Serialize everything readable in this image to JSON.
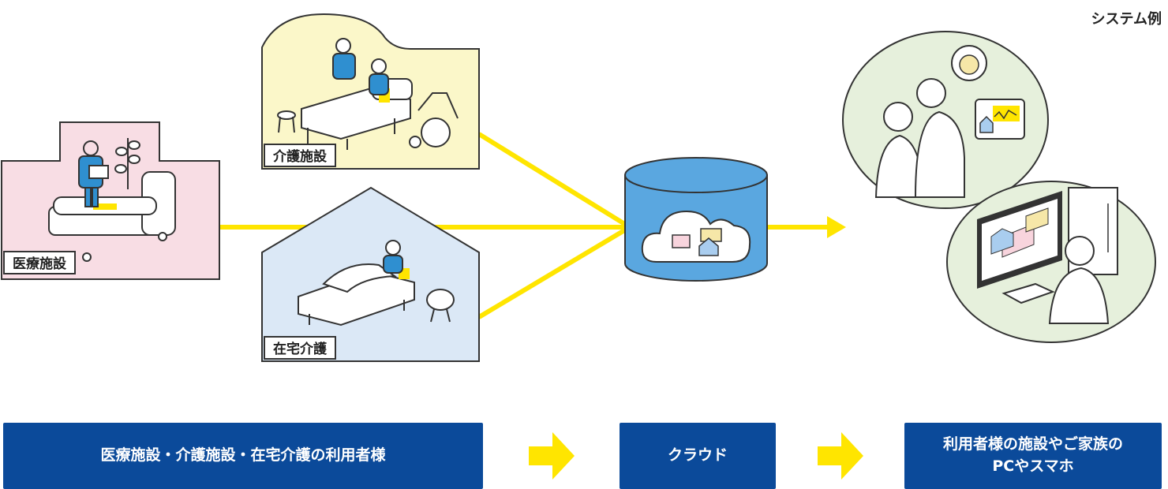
{
  "caption": "システム例",
  "facilities": {
    "medical": "医療施設",
    "nursing_home": "介護施設",
    "home_care": "在宅介護"
  },
  "bottom_flow": {
    "users": "医療施設・介護施設・在宅介護の利用者様",
    "cloud": "クラウド",
    "devices_line1": "利用者様の施設やご家族の",
    "devices_line2": "PCやスマホ"
  },
  "colors": {
    "medical_bg": "#f8dde4",
    "nursing_bg": "#fbf7c9",
    "home_bg": "#dbe8f6",
    "cloud_db": "#5aa7e0",
    "arrow_yellow": "#ffe500",
    "box_navy": "#0b4a9a",
    "circle_bg": "#e6f0dc"
  }
}
